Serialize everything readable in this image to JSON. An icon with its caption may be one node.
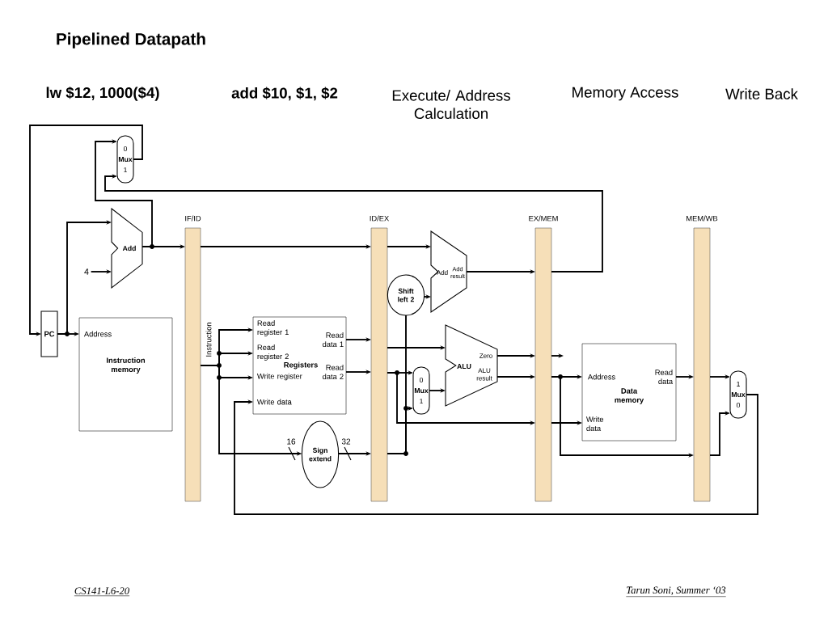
{
  "diagram": {
    "title": "Pipelined Datapath",
    "nodes": [
      {
        "text": [
          "0",
          "Mux",
          "1"
        ]
      },
      {
        "text": [
          "Add"
        ]
      },
      {
        "text": [
          "4"
        ]
      },
      {
        "text": [
          "PC"
        ]
      },
      {
        "text": [
          "Address",
          "Instruction memory"
        ]
      },
      {
        "text": [
          "IF/ID"
        ],
        "beside": [
          "Instruction"
        ]
      },
      {
        "text": [
          "Read register 1",
          "Read register 2",
          "Write register",
          "Write data",
          "Read data 1",
          "Read data 2",
          "Registers"
        ]
      },
      {
        "text": [
          "Sign extend"
        ]
      },
      {
        "text": [
          "ID/EX"
        ]
      },
      {
        "text": [
          "Shift left 2"
        ]
      },
      {
        "text": [
          "Add",
          "Add result"
        ]
      },
      {
        "text": [
          "0",
          "Mux",
          "1"
        ]
      },
      {
        "text": [
          "ALU",
          "Zero",
          "ALU result"
        ]
      },
      {
        "text": [
          "EX/MEM"
        ]
      },
      {
        "text": [
          "Address",
          "Write data",
          "Read data",
          "Data memory"
        ]
      },
      {
        "text": [
          "MEM/WB"
        ]
      },
      {
        "text": [
          "1",
          "Mux",
          "0"
        ]
      }
    ],
    "edges": [
      {
        "from": 0,
        "to": 3,
        "arrow": "to"
      },
      {
        "from": 3,
        "to": 1,
        "arrow": "to"
      },
      {
        "from": 3,
        "to": 4,
        "arrow": "to"
      },
      {
        "from": 2,
        "to": 1,
        "arrow": "to"
      },
      {
        "from": 1,
        "to": 5,
        "arrow": "to"
      },
      {
        "from": 1,
        "to": 0,
        "arrow": "to"
      },
      {
        "from": 13,
        "to": 0,
        "arrow": "to"
      },
      {
        "from": 5,
        "to": 8,
        "arrow": "to"
      },
      {
        "from": 5,
        "to": 6,
        "arrow": "to"
      },
      {
        "from": 5,
        "to": 6,
        "arrow": "to"
      },
      {
        "from": 5,
        "to": 6,
        "arrow": "to"
      },
      {
        "from": 5,
        "to": 7,
        "arrow": "to"
      },
      {
        "from": 16,
        "to": 6,
        "arrow": "to"
      },
      {
        "from": 6,
        "to": 8,
        "arrow": "to"
      },
      {
        "from": 6,
        "to": 8,
        "arrow": "to"
      },
      {
        "from": 7,
        "to": 8,
        "arrow": "to"
      },
      {
        "from": 8,
        "to": 10,
        "arrow": "to"
      },
      {
        "from": 8,
        "to": 12,
        "arrow": "to"
      },
      {
        "from": 8,
        "to": 11,
        "arrow": "to"
      },
      {
        "from": 8,
        "to": 13,
        "arrow": "to"
      },
      {
        "from": 8,
        "to": 9,
        "arrow": "none"
      },
      {
        "from": 8,
        "to": 11,
        "arrow": "to"
      },
      {
        "from": 9,
        "to": 10,
        "arrow": "to"
      },
      {
        "from": 10,
        "to": 13,
        "arrow": "to"
      },
      {
        "from": 11,
        "to": 12,
        "arrow": "to"
      },
      {
        "from": 12,
        "to": 13,
        "arrow": "to"
      },
      {
        "from": 12,
        "to": 13,
        "arrow": "to"
      },
      {
        "from": 13,
        "to": 14,
        "arrow": "to"
      },
      {
        "from": 13,
        "to": 14,
        "arrow": "to"
      },
      {
        "from": 13,
        "to": 15,
        "arrow": "to"
      },
      {
        "from": 14,
        "to": 15,
        "arrow": "to"
      },
      {
        "from": 15,
        "to": 16,
        "arrow": "to"
      },
      {
        "from": 15,
        "to": 16,
        "arrow": "to"
      },
      {
        "from": 13,
        "to": null,
        "arrow": "to"
      }
    ],
    "labels": [
      "lw $12, 1000($4)",
      "add $10, $1, $2",
      "Execute/ Address Calculation",
      "Memory Access",
      "Write Back",
      "16",
      "32",
      "CS141-L6-20",
      "Tarun Soni, Summer ‘03"
    ]
  }
}
